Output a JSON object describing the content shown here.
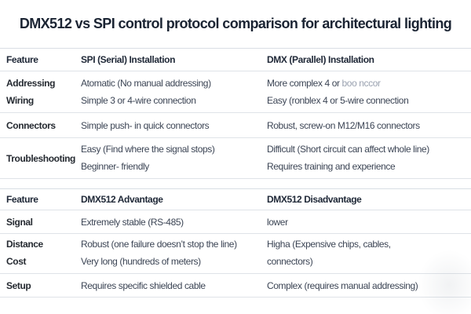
{
  "page": {
    "title": "DMX512 vs SPI control protocol comparison for architectural lighting"
  },
  "chart_data": [
    {
      "type": "table",
      "columns": [
        "Feature",
        "SPI (Serial) Installation",
        "DMX (Parallel) Installation"
      ],
      "rows": [
        {
          "feature": [
            "Addressing",
            "Wiring"
          ],
          "spi": [
            "Atomatic (No manual addressing)",
            "Simple 3 or 4-wire connection"
          ],
          "dmx_line1_main": "More complex 4 or ",
          "dmx_line1_faded": "boo nccor",
          "dmx_line2": "Easy (ronblex 4 or 5-wire connection"
        },
        {
          "feature": [
            "Connectors"
          ],
          "spi": [
            "Simple push- in quick connectors"
          ],
          "dmx": [
            "Robust, screw-on M12/M16 connectors"
          ]
        },
        {
          "feature": [
            "Troubleshooting"
          ],
          "spi": [
            "Easy (Find where the signal stops)",
            "Beginner- friendly"
          ],
          "dmx": [
            "Difficult (Short circuit can affect whole line)",
            "Requires training and experience"
          ]
        }
      ]
    },
    {
      "type": "table",
      "columns": [
        "Feature",
        "DMX512 Advantage",
        "DMX512 Disadvantage"
      ],
      "rows": [
        {
          "feature": [
            "Signal"
          ],
          "advantage": [
            "Extremely stable (RS-485)"
          ],
          "disadvantage": [
            "lower"
          ]
        },
        {
          "feature": [
            "Distance",
            "Cost"
          ],
          "advantage": [
            "Robust (one failure doesn’t stop the line)",
            "Very long (hundreds of meters)"
          ],
          "disadvantage": [
            "Higha (Expensive chips, cables,",
            "connectors)"
          ]
        },
        {
          "feature": [
            "Setup"
          ],
          "advantage": [
            "Requires specific shielded cable"
          ],
          "disadvantage": [
            "Complex (requires manual addressing)"
          ]
        }
      ]
    }
  ]
}
